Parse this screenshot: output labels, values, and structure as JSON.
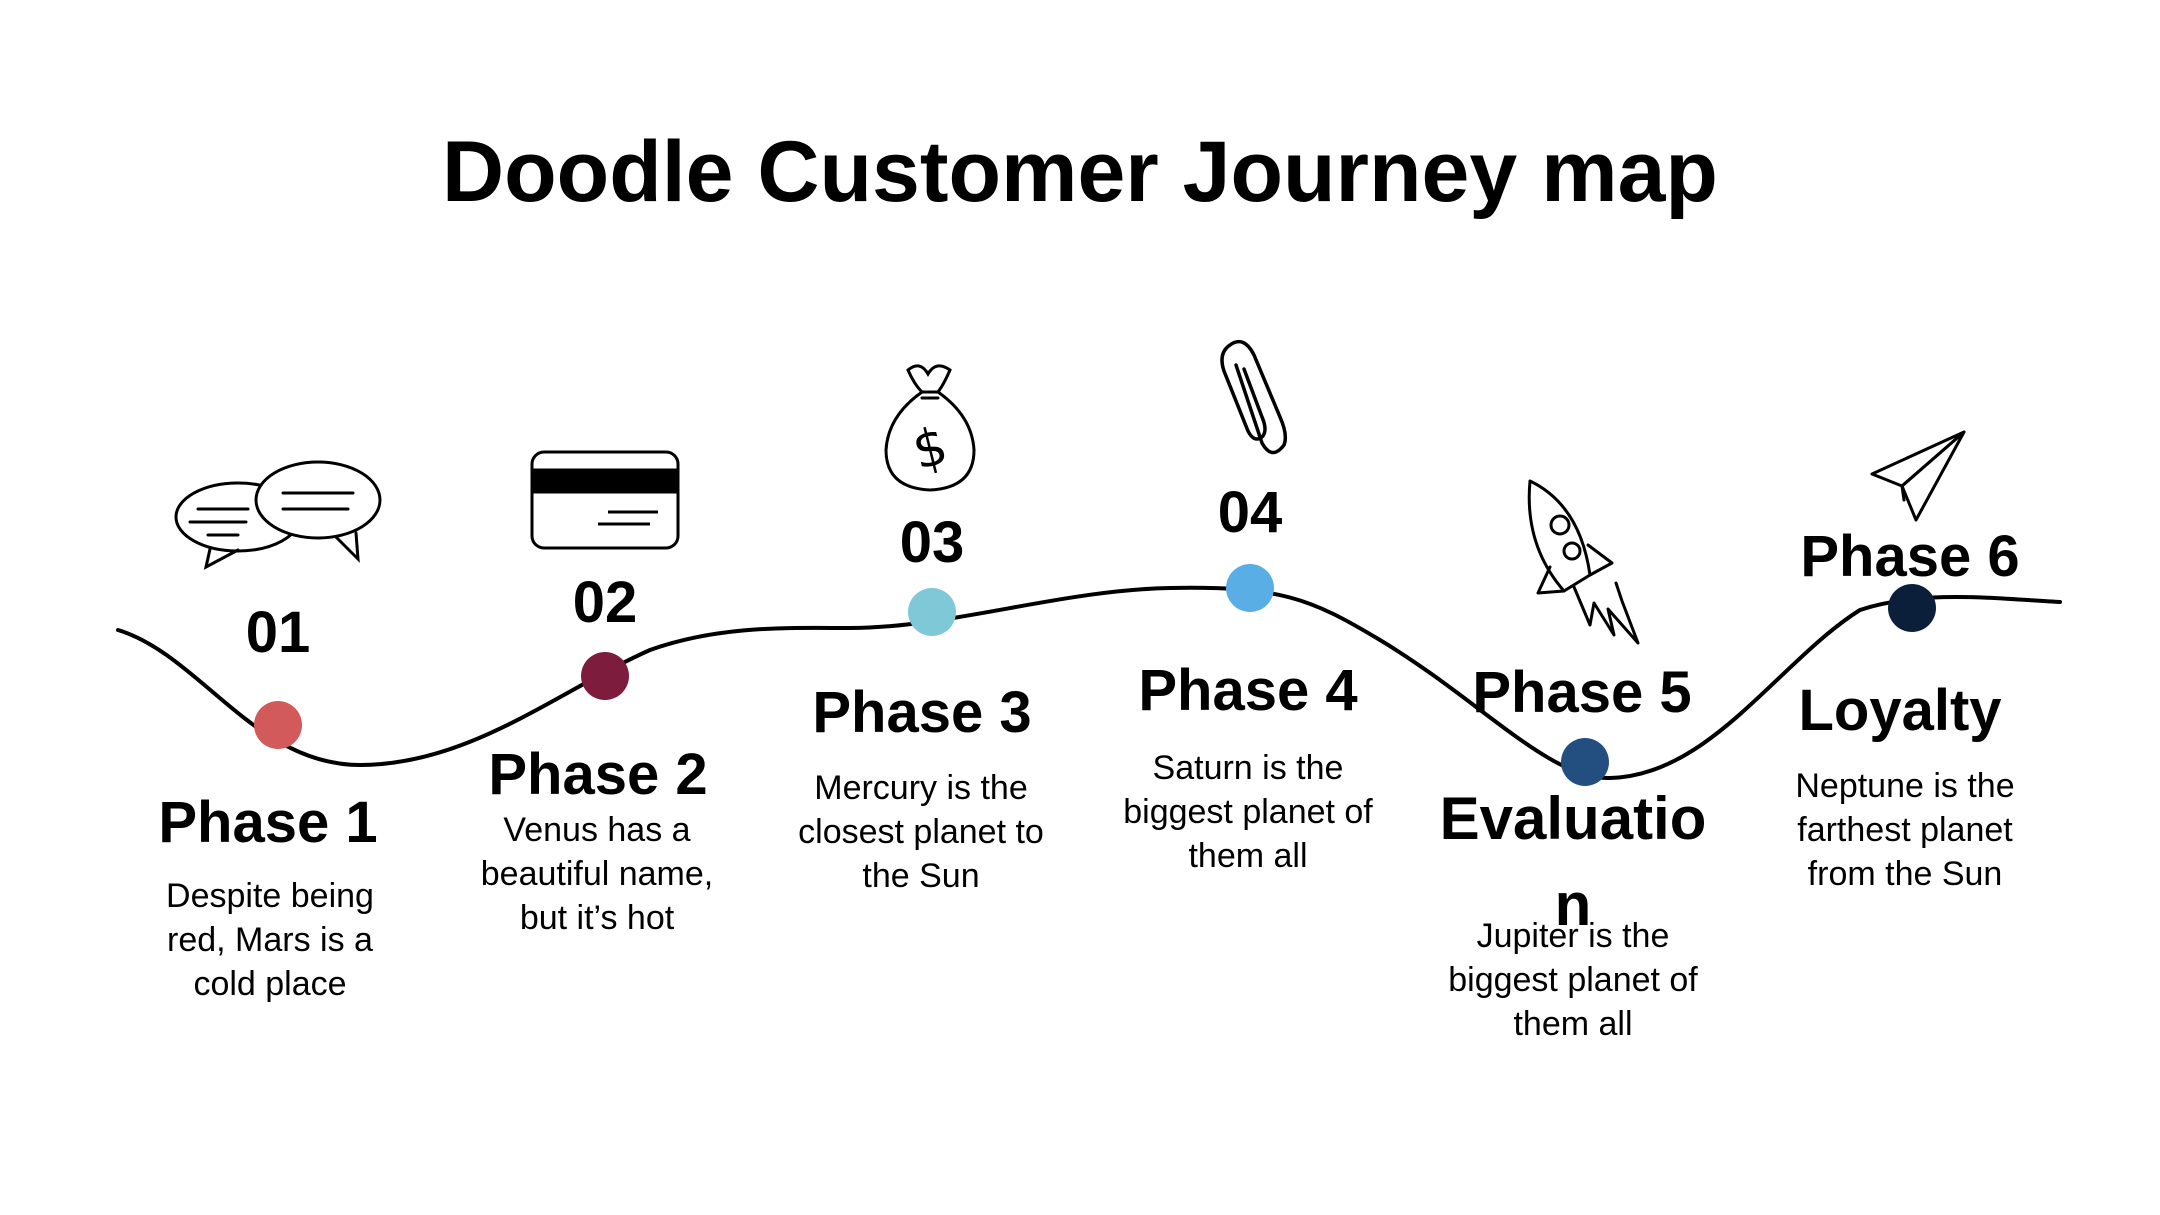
{
  "title": "Doodle Customer Journey map",
  "phases": [
    {
      "number": "01",
      "name": "Phase 1",
      "subtitle": "",
      "description": "Despite being red, Mars is a cold place",
      "dot_color": "#d35a5a",
      "icon": "speech-bubbles-icon"
    },
    {
      "number": "02",
      "name": "Phase 2",
      "subtitle": "",
      "description": "Venus has a beautiful name, but it’s hot",
      "dot_color": "#7d1c3c",
      "icon": "credit-card-icon"
    },
    {
      "number": "03",
      "name": "Phase 3",
      "subtitle": "",
      "description": "Mercury is the closest planet to the Sun",
      "dot_color": "#7ec8d8",
      "icon": "money-bag-icon"
    },
    {
      "number": "04",
      "name": "Phase 4",
      "subtitle": "",
      "description": "Saturn is the biggest planet of them all",
      "dot_color": "#5aaee6",
      "icon": "paperclip-icon"
    },
    {
      "number": "",
      "name": "Phase 5",
      "subtitle": "Evaluation",
      "description": "Jupiter is the biggest planet of them all",
      "dot_color": "#234e80",
      "icon": "rocket-icon"
    },
    {
      "number": "",
      "name": "Phase 6",
      "subtitle": "Loyalty",
      "description": "Neptune is the farthest planet from the Sun",
      "dot_color": "#0c1f3a",
      "icon": "paper-plane-icon"
    }
  ],
  "colors": {
    "line": "#000000",
    "background": "#ffffff"
  }
}
